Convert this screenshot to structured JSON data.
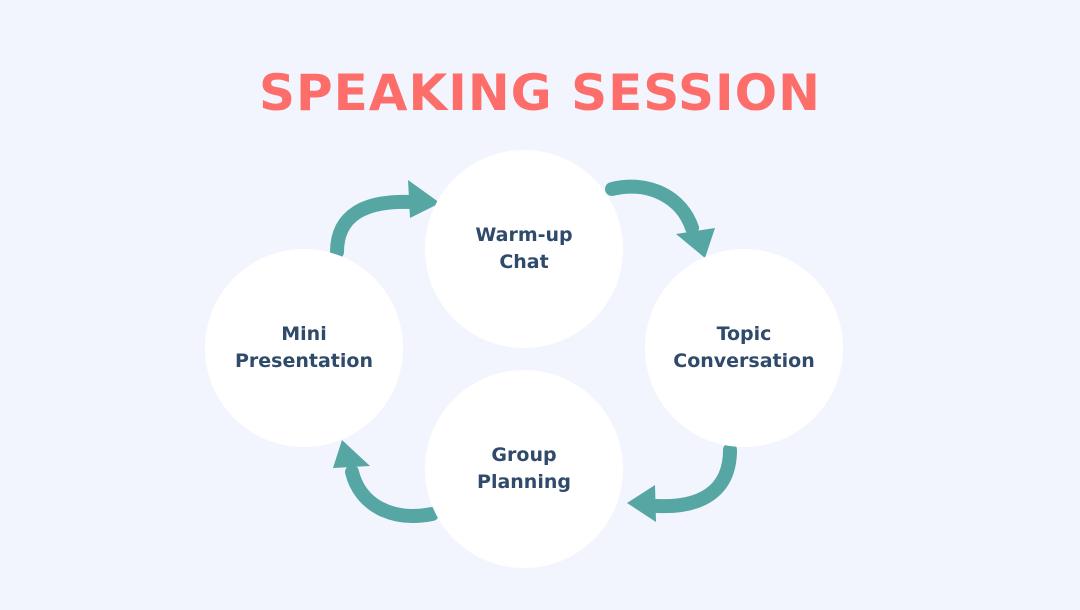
{
  "title": "SPEAKING SESSION",
  "colors": {
    "background": "#f2f5fe",
    "title": "#fd6e6a",
    "arrow": "#56a6a3",
    "node_fill": "#ffffff",
    "node_text": "#2f4a6a"
  },
  "nodes": [
    {
      "id": "warm-up-chat",
      "lines": [
        "Warm-up",
        "Chat"
      ]
    },
    {
      "id": "topic-conversation",
      "lines": [
        "Topic",
        "Conversation"
      ]
    },
    {
      "id": "group-planning",
      "lines": [
        "Group",
        "Planning"
      ]
    },
    {
      "id": "mini-presentation",
      "lines": [
        "Mini",
        "Presentation"
      ]
    }
  ],
  "flow": [
    [
      "mini-presentation",
      "warm-up-chat"
    ],
    [
      "warm-up-chat",
      "topic-conversation"
    ],
    [
      "topic-conversation",
      "group-planning"
    ],
    [
      "group-planning",
      "mini-presentation"
    ]
  ]
}
